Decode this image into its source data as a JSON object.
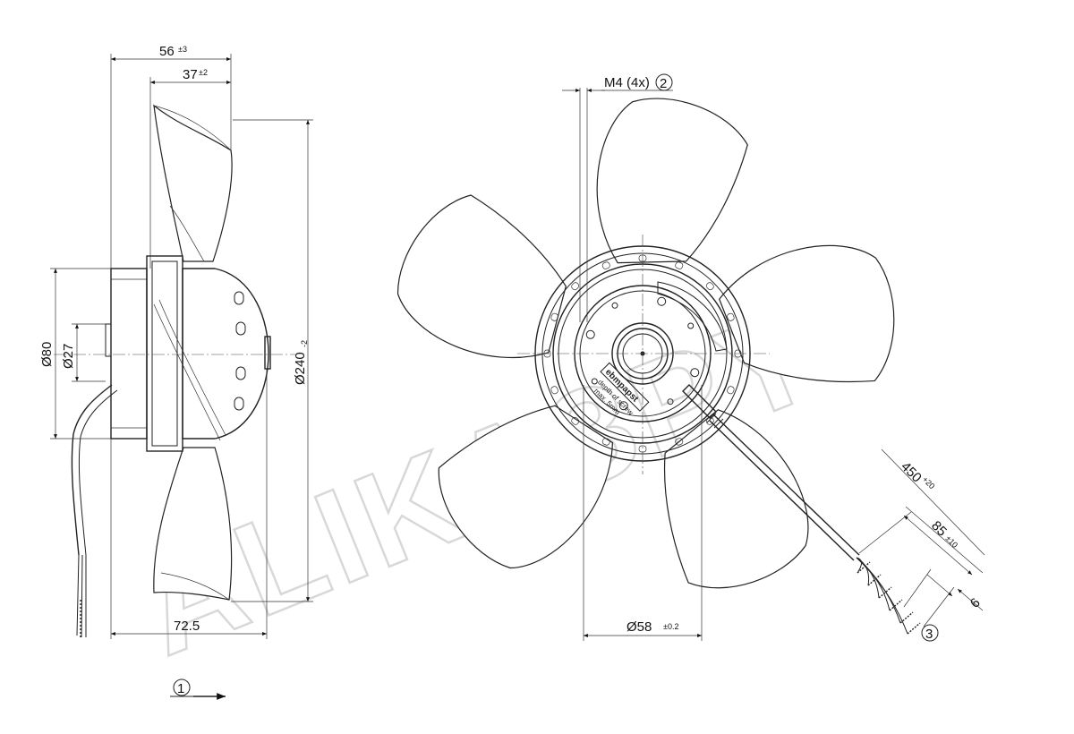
{
  "watermark": "ALIKAЗPY",
  "side_view": {
    "dims": {
      "total_depth": "56",
      "total_depth_tol": "±3",
      "blade_depth": "37",
      "blade_depth_tol": "±2",
      "body_dia": "Ø80",
      "shaft_dia": "Ø27",
      "fan_dia": "Ø240",
      "fan_dia_tol": "-2",
      "base_length": "72.5"
    }
  },
  "front_view": {
    "dims": {
      "screw_label": "M4 (4x)",
      "screw_ref": "2",
      "hub_dia": "Ø58",
      "hub_dia_tol": "±0.2",
      "cable_length": "450",
      "cable_length_tol": "+20",
      "strip_length": "85",
      "strip_length_tol": "±10",
      "wire_strip": "6",
      "wire_ref": "3"
    },
    "hub_text": {
      "brand": "ebmpapst",
      "note_1": "depth of screw",
      "note_2": "max. 5mm"
    }
  },
  "airflow": {
    "ref": "1"
  }
}
